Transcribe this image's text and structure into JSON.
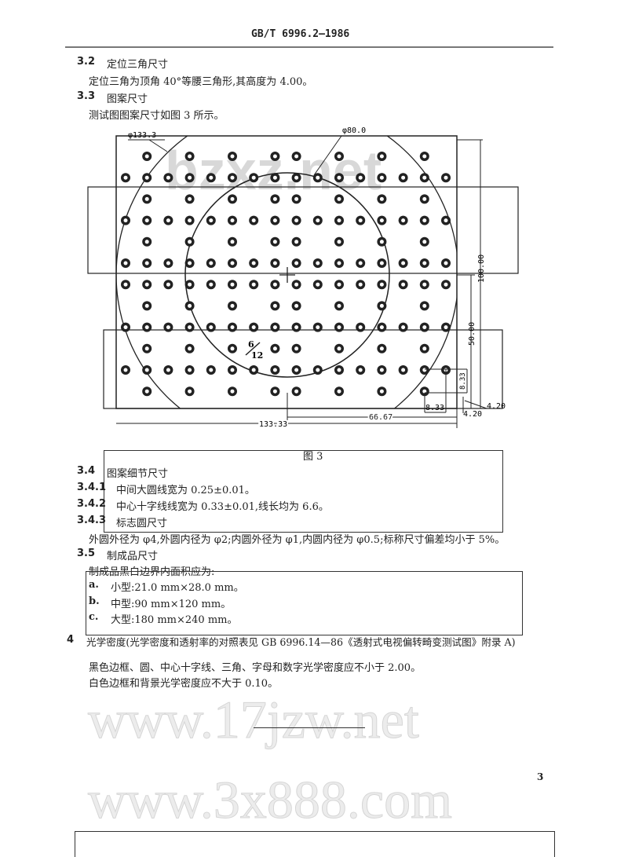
{
  "header": {
    "standard_no": "GB/T 6996.2—1986"
  },
  "sections": {
    "s3_2": {
      "num": "3.2",
      "title": "定位三角尺寸",
      "body": "定位三角为顶角 40°等腰三角形,其高度为 4.00。"
    },
    "s3_3": {
      "num": "3.3",
      "title": "图案尺寸",
      "body": "测试图图案尺寸如图 3 所示。"
    },
    "figure": {
      "caption": "图 3",
      "labels": {
        "phi_large": "φ133.3",
        "phi_mid": "φ80.0",
        "h100": "100.00",
        "h50": "50.00",
        "d833v": "8.33",
        "d833h": "8.33",
        "d420a": "4.20",
        "d420b": "4.20",
        "w6667": "66.67",
        "w13333": "133.33",
        "center_mark_top": "6",
        "center_mark_bottom": "12"
      }
    },
    "s3_4": {
      "num": "3.4",
      "title": "图案细节尺寸"
    },
    "s3_4_1": {
      "num": "3.4.1",
      "body": "中间大圆线宽为 0.25±0.01。"
    },
    "s3_4_2": {
      "num": "3.4.2",
      "body": "中心十字线线宽为 0.33±0.01,线长均为 6.6。"
    },
    "s3_4_3": {
      "num": "3.4.3",
      "title": "标志圆尺寸",
      "body": "外圆外径为 φ4,外圆内径为 φ2;内圆外径为 φ1,内圆内径为 φ0.5;标称尺寸偏差均小于 5%。"
    },
    "s3_5": {
      "num": "3.5",
      "title": "制成品尺寸",
      "body": "制成品黑白边界内面积应为:",
      "items": [
        {
          "mark": "a.",
          "text": "小型:21.0 mm×28.0 mm。"
        },
        {
          "mark": "b.",
          "text": "中型:90 mm×120 mm。"
        },
        {
          "mark": "c.",
          "text": "大型:180 mm×240 mm。"
        }
      ]
    },
    "s4": {
      "num": "4",
      "title": "光学密度(光学密度和透射率的对照表见 GB 6996.14—86《透射式电视偏转畸变测试图》附录 A)",
      "p1": "黑色边框、圆、中心十字线、三角、字母和数字光学密度应不小于 2.00。",
      "p2": "白色边框和背景光学密度应不大于 0.10。"
    }
  },
  "footer": {
    "page_number": "3"
  },
  "watermarks": {
    "w1": "bzxz.net",
    "w2": "www.17jzw.net",
    "w3": "www.3x888.com"
  }
}
